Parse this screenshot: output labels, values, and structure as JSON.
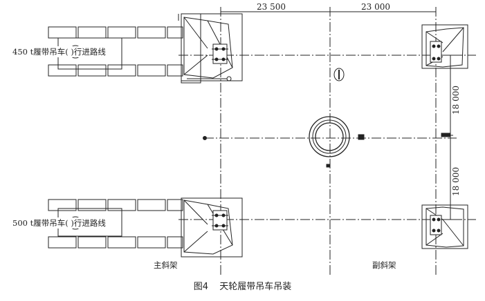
{
  "dimensions": {
    "span_left": "23 500",
    "span_right": "23 000",
    "span_upper": "18 000",
    "span_lower": "18 000"
  },
  "labels": {
    "crane_450": "450 t履带吊车(  )行进路线",
    "crane_500": "500 t履带吊车(  )行进路线",
    "main_frame": "主斜架",
    "aux_frame": "副斜架"
  },
  "caption": {
    "figure_no": "图4",
    "title": "天轮履带吊车吊装"
  }
}
